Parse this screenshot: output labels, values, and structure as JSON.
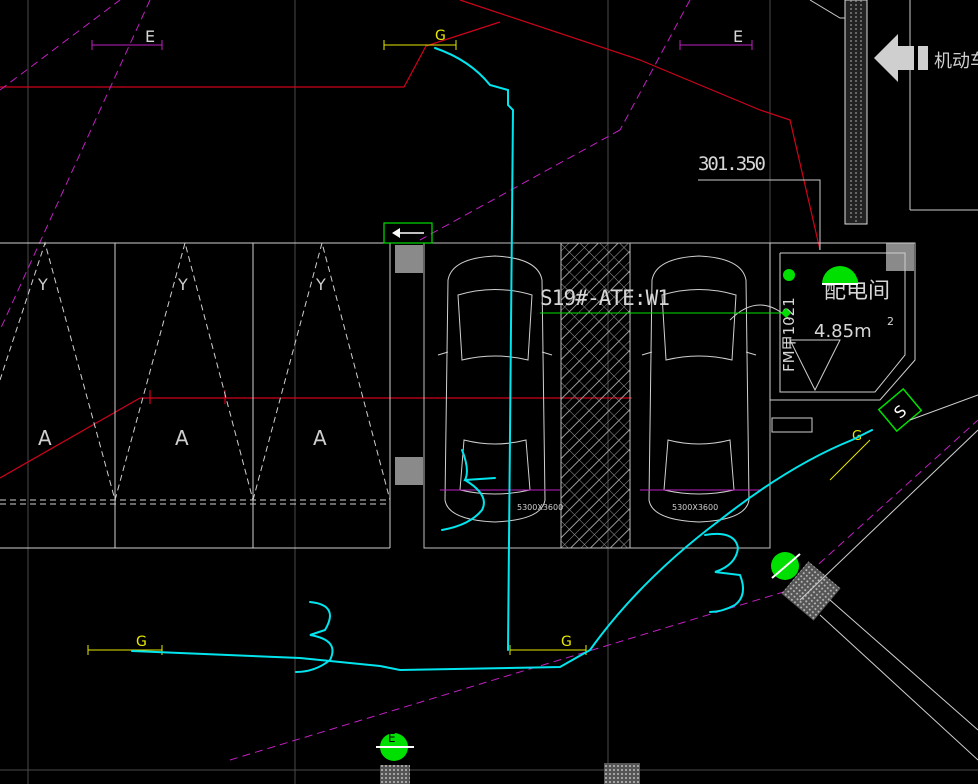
{
  "app": {
    "viewport": "CAD drawing viewport"
  },
  "labels": {
    "elevation": "301.350",
    "circuit_tag": "S19#-ATE:W1",
    "room_name": "配电间",
    "room_area": "4.85m",
    "room_area_sup": "2",
    "fire_door": "FM甲1021",
    "direction_sign": "机动车",
    "parking_size_1": "5300X3600",
    "parking_size_2": "5300X3600",
    "socket_letter": "S",
    "line_e": "E",
    "line_g": "G",
    "space_a": "A",
    "space_y": "Y"
  },
  "colors": {
    "background": "#000000",
    "cable": "#00e5ee",
    "wall": "#ffffff",
    "red_line": "#d0021b",
    "magenta": "#c020c0",
    "yellow": "#e8e800",
    "green": "#00e000",
    "gray_column": "#8a8a8a"
  },
  "icons": [
    "arrow-left-icon",
    "exit-sign-icon",
    "junction-box-icon",
    "emergency-light-icon"
  ]
}
